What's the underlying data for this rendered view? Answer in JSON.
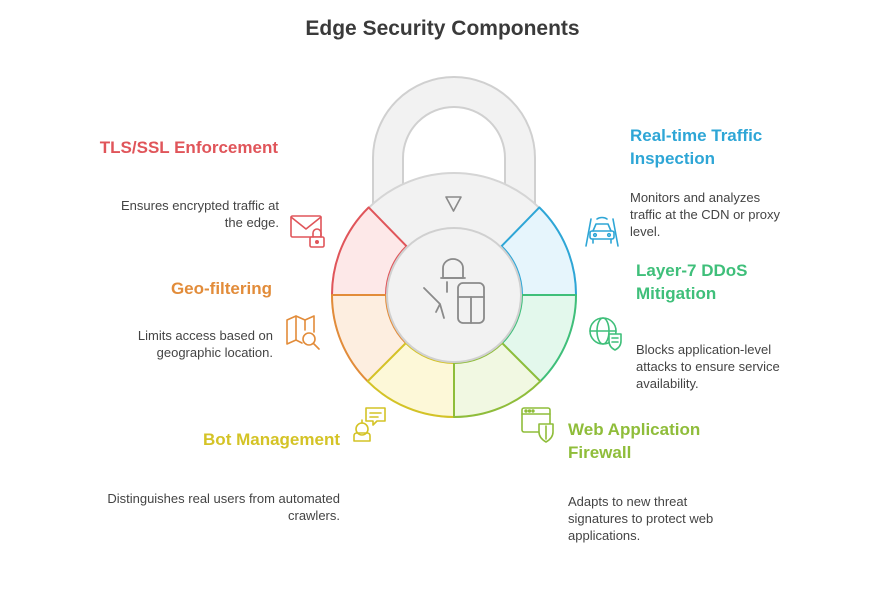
{
  "title": "Edge Security Components",
  "colors": {
    "tls": "#e0555a",
    "realtime": "#2ea6d6",
    "geo": "#e28c3a",
    "ddos": "#3fbf7a",
    "bot": "#d4c326",
    "waf": "#8fbd3a",
    "lock_gray": "#cfcfcf"
  },
  "components": [
    {
      "id": "tls",
      "title": "TLS/SSL Enforcement",
      "description": "Ensures encrypted traffic at the edge."
    },
    {
      "id": "realtime",
      "title": "Real-time Traffic Inspection",
      "description": "Monitors and analyzes traffic at the CDN or proxy level."
    },
    {
      "id": "geo",
      "title": "Geo-filtering",
      "description": "Limits access based on geographic location."
    },
    {
      "id": "ddos",
      "title": "Layer-7 DDoS Mitigation",
      "description": "Blocks application-level attacks to ensure service availability."
    },
    {
      "id": "bot",
      "title": "Bot Management",
      "description": "Distinguishes real users from automated crawlers."
    },
    {
      "id": "waf",
      "title": "Web Application Firewall",
      "description": "Adapts to new threat signatures to protect web applications."
    }
  ]
}
